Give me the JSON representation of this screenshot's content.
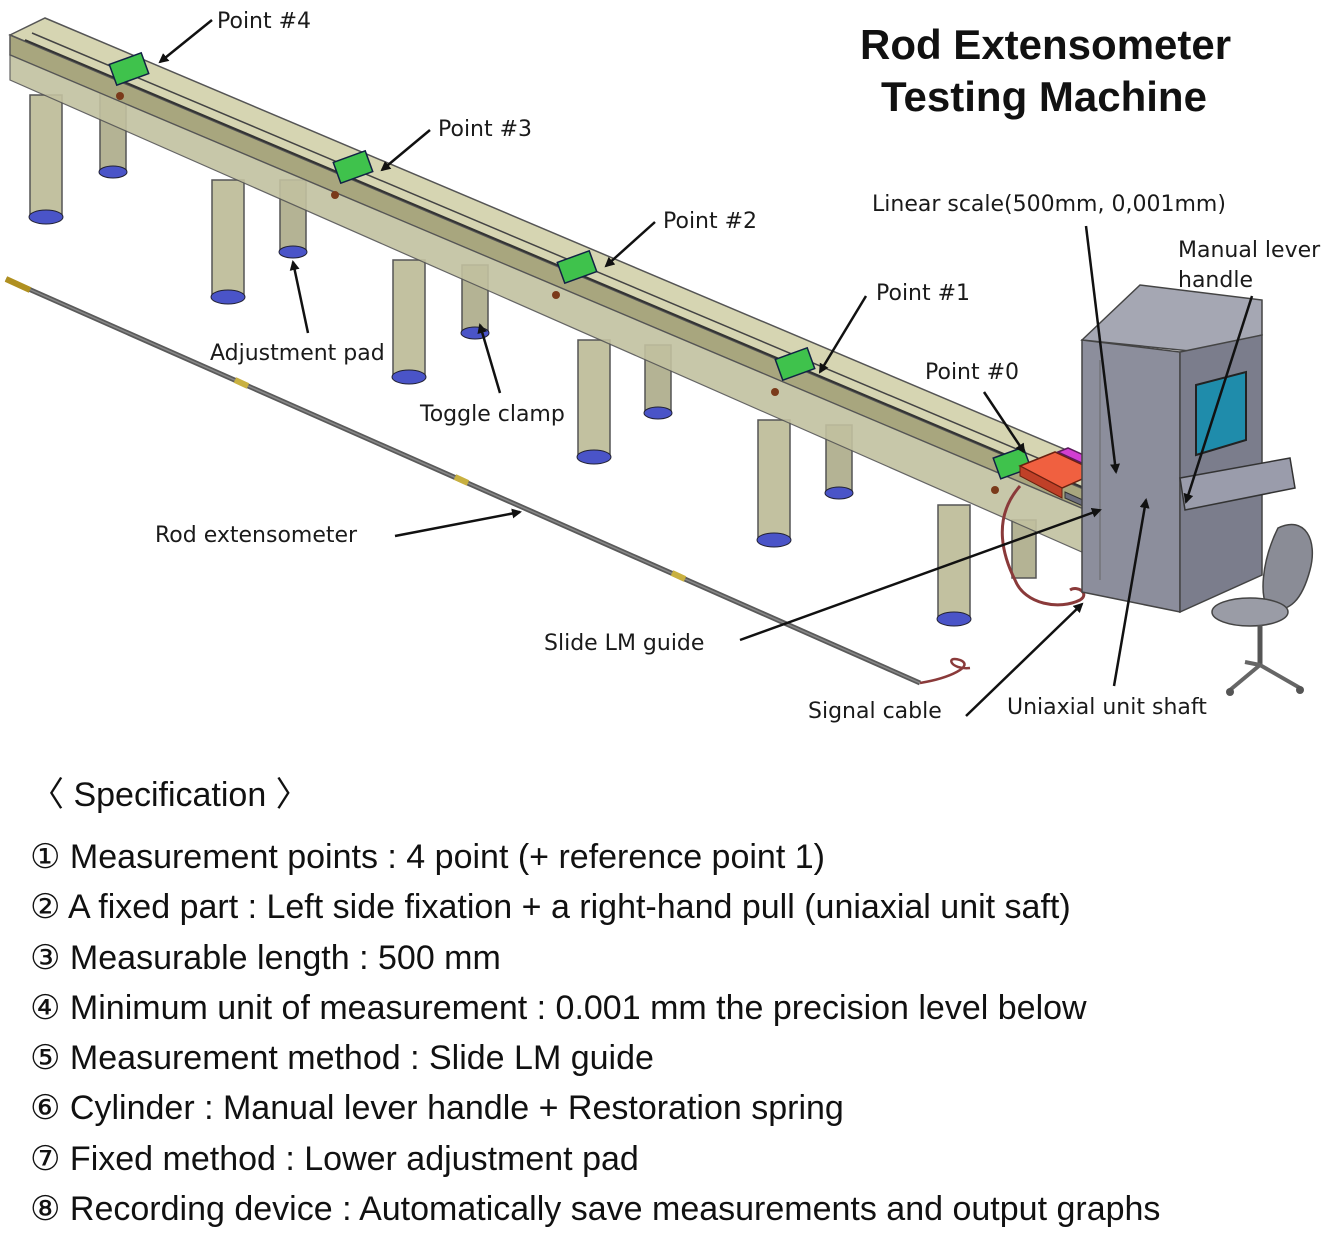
{
  "title": {
    "line1": "Rod Extensometer",
    "line2": "Testing Machine"
  },
  "labels": {
    "point4": "Point #4",
    "point3": "Point #3",
    "point2": "Point #2",
    "point1": "Point #1",
    "point0": "Point #0",
    "linear_scale": "Linear scale(500mm, 0,001mm)",
    "manual_lever_line1": "Manual lever",
    "manual_lever_line2": "handle",
    "adjustment_pad": "Adjustment pad",
    "toggle_clamp": "Toggle clamp",
    "rod_extensometer": "Rod extensometer",
    "slide_lm_guide": "Slide LM guide",
    "signal_cable": "Signal cable",
    "uniaxial_unit_shaft": "Uniaxial unit shaft"
  },
  "specification": {
    "heading": "〈 Specification 〉",
    "items": [
      "① Measurement points : 4 point (+ reference point 1)",
      "② A fixed part : Left side fixation + a right-hand pull (uniaxial unit saft)",
      "③ Measurable length : 500 mm",
      "④ Minimum unit of measurement : 0.001 mm the precision level below",
      "⑤ Measurement method : Slide LM guide",
      "⑥ Cylinder : Manual lever handle + Restoration spring",
      "⑦ Fixed method : Lower adjustment pad",
      "⑧ Recording device : Automatically save measurements and output graphs"
    ]
  },
  "colors": {
    "beam": "#c9c8a0",
    "beam_dark": "#9e9c74",
    "leg": "#c2c1a0",
    "pad": "#4a54c8",
    "clamp": "#3fc24c",
    "cabinet": "#8c8e9c",
    "screen": "#1f8cab",
    "scale_bar": "#d23fd2",
    "slide_block": "#f06040",
    "rod": "#555555",
    "cable": "#8a3a3a"
  }
}
